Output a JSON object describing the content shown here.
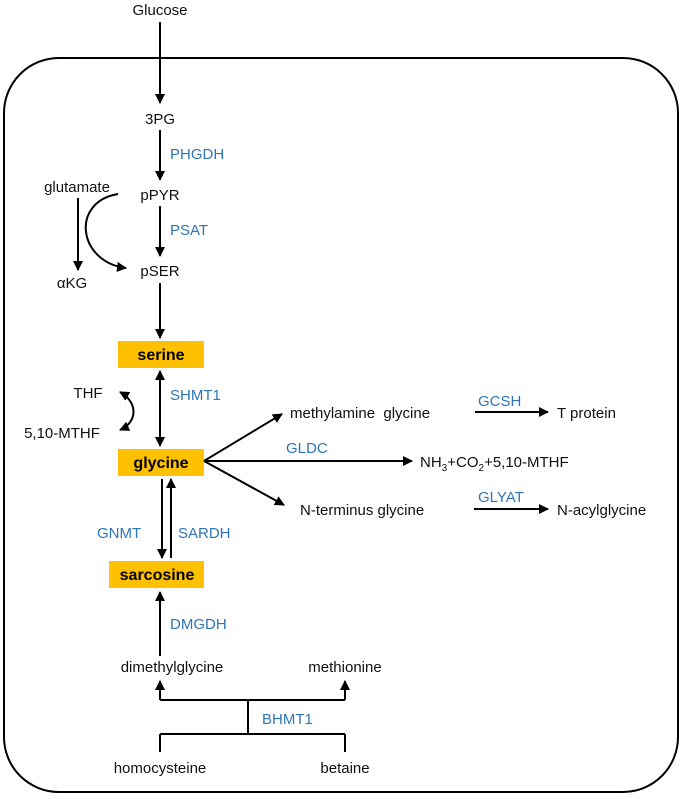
{
  "colors": {
    "enzyme": "#2E75B6",
    "highlight": "#FFC000",
    "line": "#000000",
    "text": "#111111"
  },
  "metabolites": {
    "glucose": "Glucose",
    "p3g": "3PG",
    "ppyr": "pPYR",
    "pser": "pSER",
    "glutamate": "glutamate",
    "akg": "αKG",
    "thf": "THF",
    "mthf": "5,10-MTHF",
    "methylamine_glycine": "methylamine  glycine",
    "t_protein": "T protein",
    "nh3_part1": "NH",
    "nh3_sub": "3",
    "nh3_part2": "+CO",
    "co2_sub": "2",
    "nh3_part3": "+5,10-MTHF",
    "n_terminus_glycine": "N-terminus glycine",
    "n_acylglycine": "N-acylglycine",
    "dimethylglycine": "dimethylglycine",
    "methionine": "methionine",
    "homocysteine": "homocysteine",
    "betaine": "betaine"
  },
  "highlighted": {
    "serine": "serine",
    "glycine": "glycine",
    "sarcosine": "sarcosine"
  },
  "enzymes": {
    "phgdh": "PHGDH",
    "psat": "PSAT",
    "shmt1": "SHMT1",
    "gcsh": "GCSH",
    "gldc": "GLDC",
    "glyat": "GLYAT",
    "gnmt": "GNMT",
    "sardh": "SARDH",
    "dmgdh": "DMGDH",
    "bhmt1": "BHMT1"
  }
}
